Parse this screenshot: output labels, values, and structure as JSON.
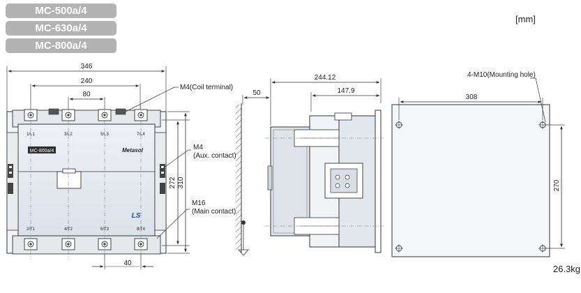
{
  "models": [
    "MC-500a/4",
    "MC-630a/4",
    "MC-800a/4"
  ],
  "unit_label": "[mm]",
  "weight_label": "26.3kg",
  "front_view": {
    "dims": {
      "overall_width": "346",
      "terminal_span": "240",
      "coil_span": "80",
      "height_inner": "272",
      "height_outer": "310",
      "pitch": "40"
    },
    "callouts": {
      "coil_terminal": "M4(Coil terminal)",
      "aux_contact_1": "M4",
      "aux_contact_2": "(Aux. contact)",
      "main_contact_1": "M16",
      "main_contact_2": "(Main contact)"
    },
    "top_terminal_labels": [
      "1/L1",
      "3/L2",
      "5/L3",
      "7/L4"
    ],
    "bottom_terminal_labels": [
      "2/T1",
      "4/T2",
      "6/T3",
      "8/T4"
    ],
    "nameplate": "MC-800a/4",
    "brand": "Metasol",
    "logo": "LS"
  },
  "side_view": {
    "dims": {
      "panel_offset": "50",
      "depth_total": "244.12",
      "depth_to_panel": "147.9"
    }
  },
  "mounting_view": {
    "dims": {
      "hole_span_h": "308",
      "hole_span_v": "270"
    },
    "callouts": {
      "mounting_hole": "4-M10(Mounting hole)"
    }
  }
}
